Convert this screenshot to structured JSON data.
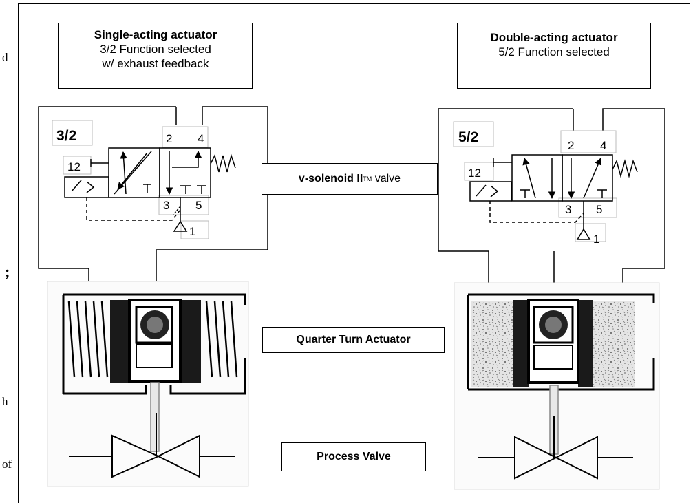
{
  "margin_fragments": [
    "d",
    ";",
    "h",
    "of"
  ],
  "single_acting_box": {
    "title": "Single-acting actuator",
    "line1": "3/2 Function selected",
    "line2": "w/ exhaust feedback"
  },
  "double_acting_box": {
    "title": "Double-acting actuator",
    "line1": "5/2 Function selected"
  },
  "left_valve": {
    "function_label": "3/2",
    "port_2": "2",
    "port_4": "4",
    "port_12": "12",
    "port_3": "3",
    "port_5": "5",
    "port_1": "1"
  },
  "right_valve": {
    "function_label": "5/2",
    "port_2": "2",
    "port_4": "4",
    "port_12": "12",
    "port_3": "3",
    "port_5": "5",
    "port_1": "1"
  },
  "solenoid_label": {
    "prefix": "v-solenoid II",
    "tm": "TM",
    "suffix": " valve"
  },
  "actuator_label": "Quarter Turn Actuator",
  "process_valve_label": "Process Valve"
}
